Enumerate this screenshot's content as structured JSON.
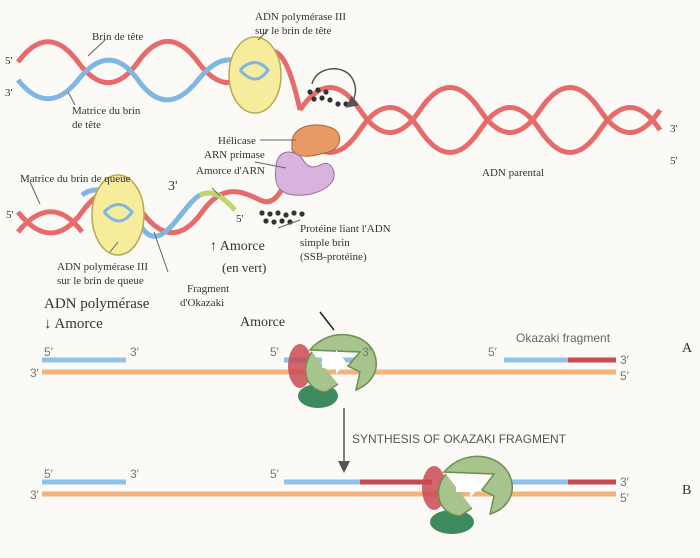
{
  "colors": {
    "strand_red": "#e86b6b",
    "strand_blue": "#7fb6e3",
    "orange_strand": "#f7b27a",
    "polymerase_yellow": "#f6ec9c",
    "helicase_orange": "#e79a63",
    "primase_purple": "#d7b3dd",
    "pol_green": "#a8c48d",
    "clamp_dark_green": "#3c8a5d",
    "primer_green": "#bcd86a",
    "bottom_blue": "#8ec2ea",
    "bottom_red": "#c94a52"
  },
  "top": {
    "end_5_top_left": "5'",
    "end_3_top_left": "3'",
    "brin_de_tete": "Brin de tête",
    "matrice_tete_1": "Matrice du brin",
    "matrice_tete_2": "de tête",
    "pol3_tete_1": "ADN polymérase III",
    "pol3_tete_2": "sur le brin de tête",
    "helicase": "Hélicase",
    "arn_primase": "ARN primase",
    "adn_parental": "ADN parental",
    "end_3_right": "3'",
    "end_5_right": "5'",
    "amorce_arn": "Amorce d'ARN",
    "end_3_mid": "3'",
    "matrice_queue": "Matrice du brin de queue",
    "end_5_left_mid": "5'",
    "end_5_primer": "5'",
    "ssb_1": "Protéine liant l'ADN",
    "ssb_2": "simple brin",
    "ssb_3": "(SSB-protéine)",
    "amorce_arrow": "↑ Amorce",
    "en_vert": "(en vert)",
    "pol3_queue_1": "ADN polymérase III",
    "pol3_queue_2": "sur le brin de queue",
    "okazaki_1": "Fragment",
    "okazaki_2": "d'Okazaki",
    "adn_polymerase": "ADN polymérase",
    "amorce_down": "↓ Amorce"
  },
  "bottom": {
    "amorce_label": "Amorce",
    "okazaki_fragment": "Okazaki fragment",
    "synthesis": "SYNTHESIS OF OKAZAKI FRAGMENT",
    "panel_a": "A",
    "panel_b": "B",
    "a_5_left": "5′",
    "a_3_left_top": "3′",
    "a_3_left_bottom": "3′",
    "a_5_mid": "5′",
    "a_3_mid": "3′",
    "a_5_right": "5′",
    "a_3_right": "3′",
    "a_5_right_bottom": "5′",
    "b_5_left": "5′",
    "b_3_left_top": "3′",
    "b_3_left_bottom": "3′",
    "b_5_mid": "5′",
    "b_3_right": "3′",
    "b_5_right_bottom": "5′"
  }
}
